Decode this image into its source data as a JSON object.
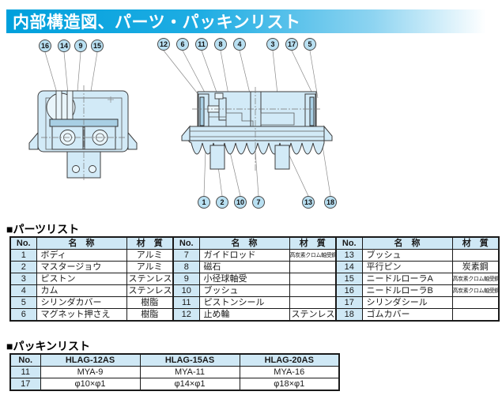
{
  "title": "内部構造図、パーツ・パッキンリスト",
  "colors": {
    "accent": "#00a0dc",
    "table_header_bg": "#cfe8f5",
    "diagram_fill": "#d2eaf7",
    "callout_fill": "#b9e0f2"
  },
  "diagrams": {
    "left": {
      "callouts_top": [
        "16",
        "14",
        "9",
        "15"
      ]
    },
    "right": {
      "callouts_top": [
        "12",
        "6",
        "11",
        "8",
        "4",
        "3",
        "17",
        "5"
      ],
      "callouts_bottom": [
        "1",
        "2",
        "10",
        "7",
        "13",
        "18"
      ]
    }
  },
  "parts_list": {
    "heading": "■パーツリスト",
    "columns": {
      "no": "No.",
      "name": "名　称",
      "material": "材　質"
    },
    "groups": [
      {
        "rows": [
          {
            "no": "1",
            "name": "ボディ",
            "material": "アルミ"
          },
          {
            "no": "2",
            "name": "マスタージョウ",
            "material": "アルミ"
          },
          {
            "no": "3",
            "name": "ピストン",
            "material": "ステンレス"
          },
          {
            "no": "4",
            "name": "カム",
            "material": "ステンレス"
          },
          {
            "no": "5",
            "name": "シリンダカバー",
            "material": "樹脂"
          },
          {
            "no": "6",
            "name": "マグネット押さえ",
            "material": "樹脂"
          }
        ]
      },
      {
        "rows": [
          {
            "no": "7",
            "name": "ガイドロッド",
            "material": "高炭素クロム軸受鋼"
          },
          {
            "no": "8",
            "name": "磁石",
            "material": ""
          },
          {
            "no": "9",
            "name": "小径球軸受",
            "material": ""
          },
          {
            "no": "10",
            "name": "ブッシュ",
            "material": ""
          },
          {
            "no": "11",
            "name": "ピストンシール",
            "material": ""
          },
          {
            "no": "12",
            "name": "止め輪",
            "material": "ステンレス"
          }
        ]
      },
      {
        "rows": [
          {
            "no": "13",
            "name": "ブッシュ",
            "material": ""
          },
          {
            "no": "14",
            "name": "平行ピン",
            "material": "炭素鋼"
          },
          {
            "no": "15",
            "name": "ニードルローラA",
            "material": "高炭素クロム軸受鋼"
          },
          {
            "no": "16",
            "name": "ニードルローラB",
            "material": "高炭素クロム軸受鋼"
          },
          {
            "no": "17",
            "name": "シリンダシール",
            "material": ""
          },
          {
            "no": "18",
            "name": "ゴムカバー",
            "material": ""
          }
        ]
      }
    ]
  },
  "packing_list": {
    "heading": "■パッキンリスト",
    "headers": [
      "No.",
      "HLAG-12AS",
      "HLAG-15AS",
      "HLAG-20AS"
    ],
    "rows": [
      [
        "11",
        "MYA-9",
        "MYA-11",
        "MYA-16"
      ],
      [
        "17",
        "φ10×φ1",
        "φ14×φ1",
        "φ18×φ1"
      ]
    ]
  }
}
